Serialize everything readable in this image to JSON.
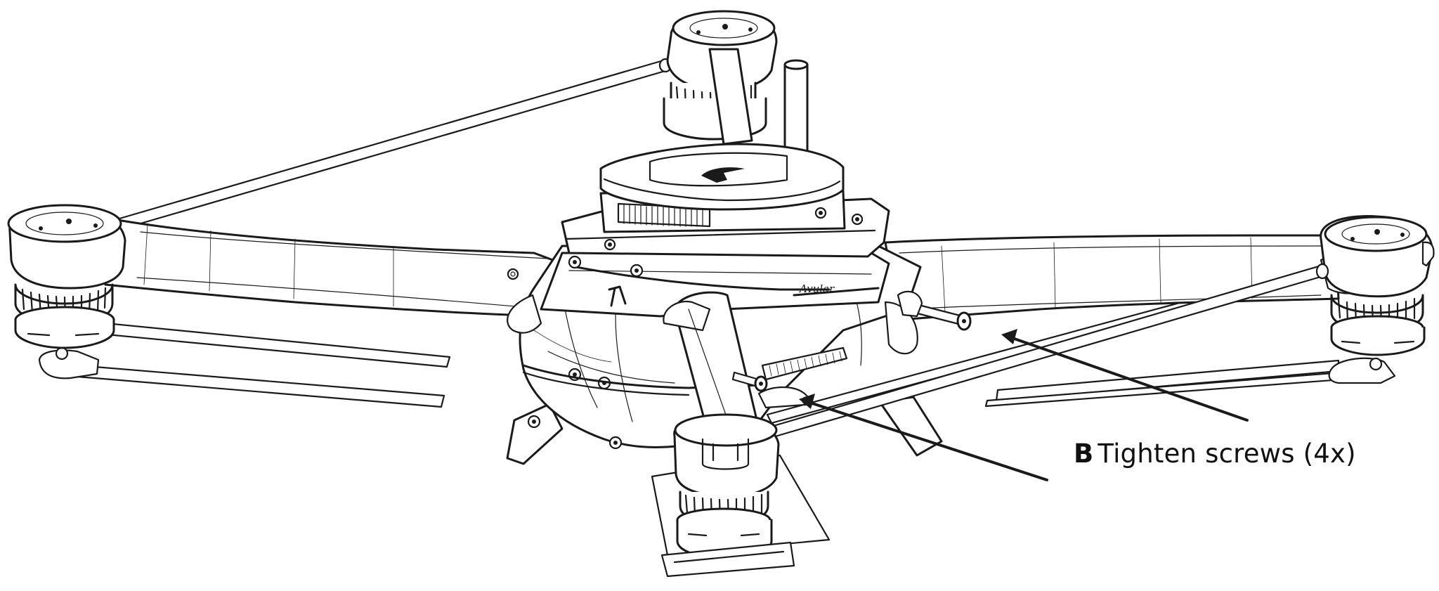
{
  "callout": {
    "letter": "B",
    "text": "Tighten screws (4x)"
  },
  "body_logo": "Avular",
  "icons": {
    "drone": "quadcopter-drone-illustration",
    "arrow": "pointer-arrow-icon",
    "screw": "screw-icon"
  },
  "colors": {
    "line": "#1a1a1a",
    "background": "#ffffff"
  }
}
